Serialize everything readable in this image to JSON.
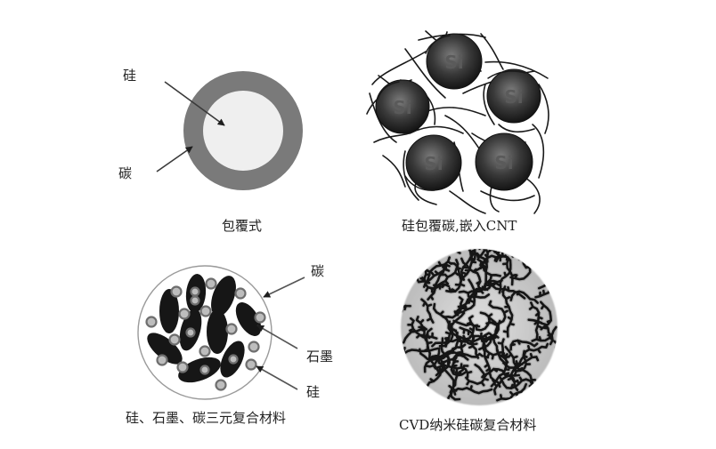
{
  "panels": [
    {
      "id": "coated",
      "caption": "包覆式",
      "labels": [
        {
          "text": "硅",
          "target": "silicon core"
        },
        {
          "text": "碳",
          "target": "carbon shell"
        }
      ]
    },
    {
      "id": "cnt",
      "caption": "硅包覆碳,嵌入CNT",
      "sphere_label": "Si",
      "sphere_count": 5
    },
    {
      "id": "ternary",
      "caption": "硅、石墨、碳三元复合材料",
      "labels": [
        {
          "text": "碳",
          "target": "carbon matrix"
        },
        {
          "text": "石墨",
          "target": "graphite flake"
        },
        {
          "text": "硅",
          "target": "silicon particle"
        }
      ]
    },
    {
      "id": "cvd",
      "caption": "CVD纳米硅碳复合材料"
    }
  ],
  "colors": {
    "carbon_shell": "#7a7a7a",
    "silicon_core": "#efefef",
    "si_sphere_dark": "#1c1c1c",
    "si_sphere_light": "#7c7c7c",
    "si_text": "#555555",
    "graphite": "#161616",
    "si_particle_fill": "#bdbdbd",
    "si_particle_stroke": "#6e6e6e",
    "ternary_outline": "#9a9a9a",
    "arrow": "#3a3a3a",
    "cvd_network": "#151515"
  }
}
